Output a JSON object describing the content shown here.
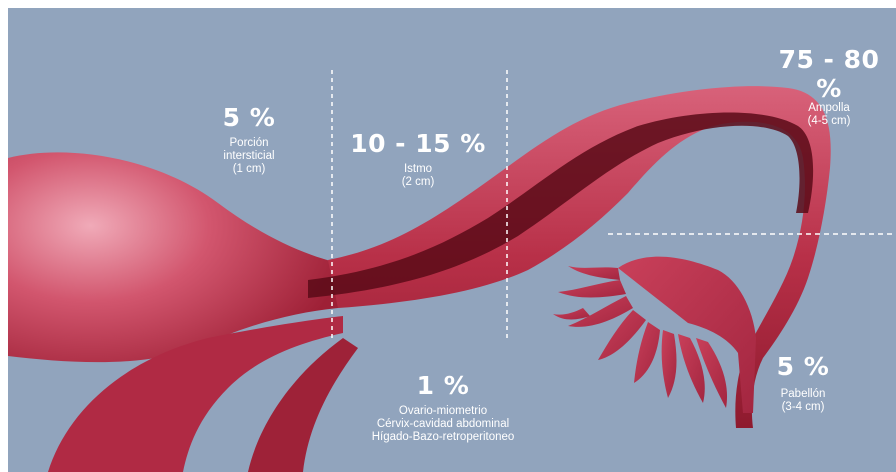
{
  "segments": [
    {
      "percent": "5 %",
      "name": "Porción intersticial",
      "name_line1": "Porción",
      "name_line2": "intersticial",
      "size": "(1 cm)"
    },
    {
      "percent": "10 - 15 %",
      "name": "Istmo",
      "size": "(2 cm)"
    },
    {
      "percent": "75 - 80 %",
      "name": "Ampolla",
      "size": "(4-5 cm)"
    },
    {
      "percent": "5 %",
      "name": "Pabellón",
      "size": "(3-4 cm)"
    },
    {
      "percent": "1 %",
      "lines": [
        "Ovario-miometrio",
        "Cérvix-cavidad abdominal",
        "Hígado-Bazo-retroperitoneo"
      ]
    }
  ],
  "colors": {
    "background": "#91a4bd",
    "tissue": "#b83048",
    "tissue_light": "#d9657c",
    "lumen": "#5a0a18",
    "text": "#ffffff"
  }
}
